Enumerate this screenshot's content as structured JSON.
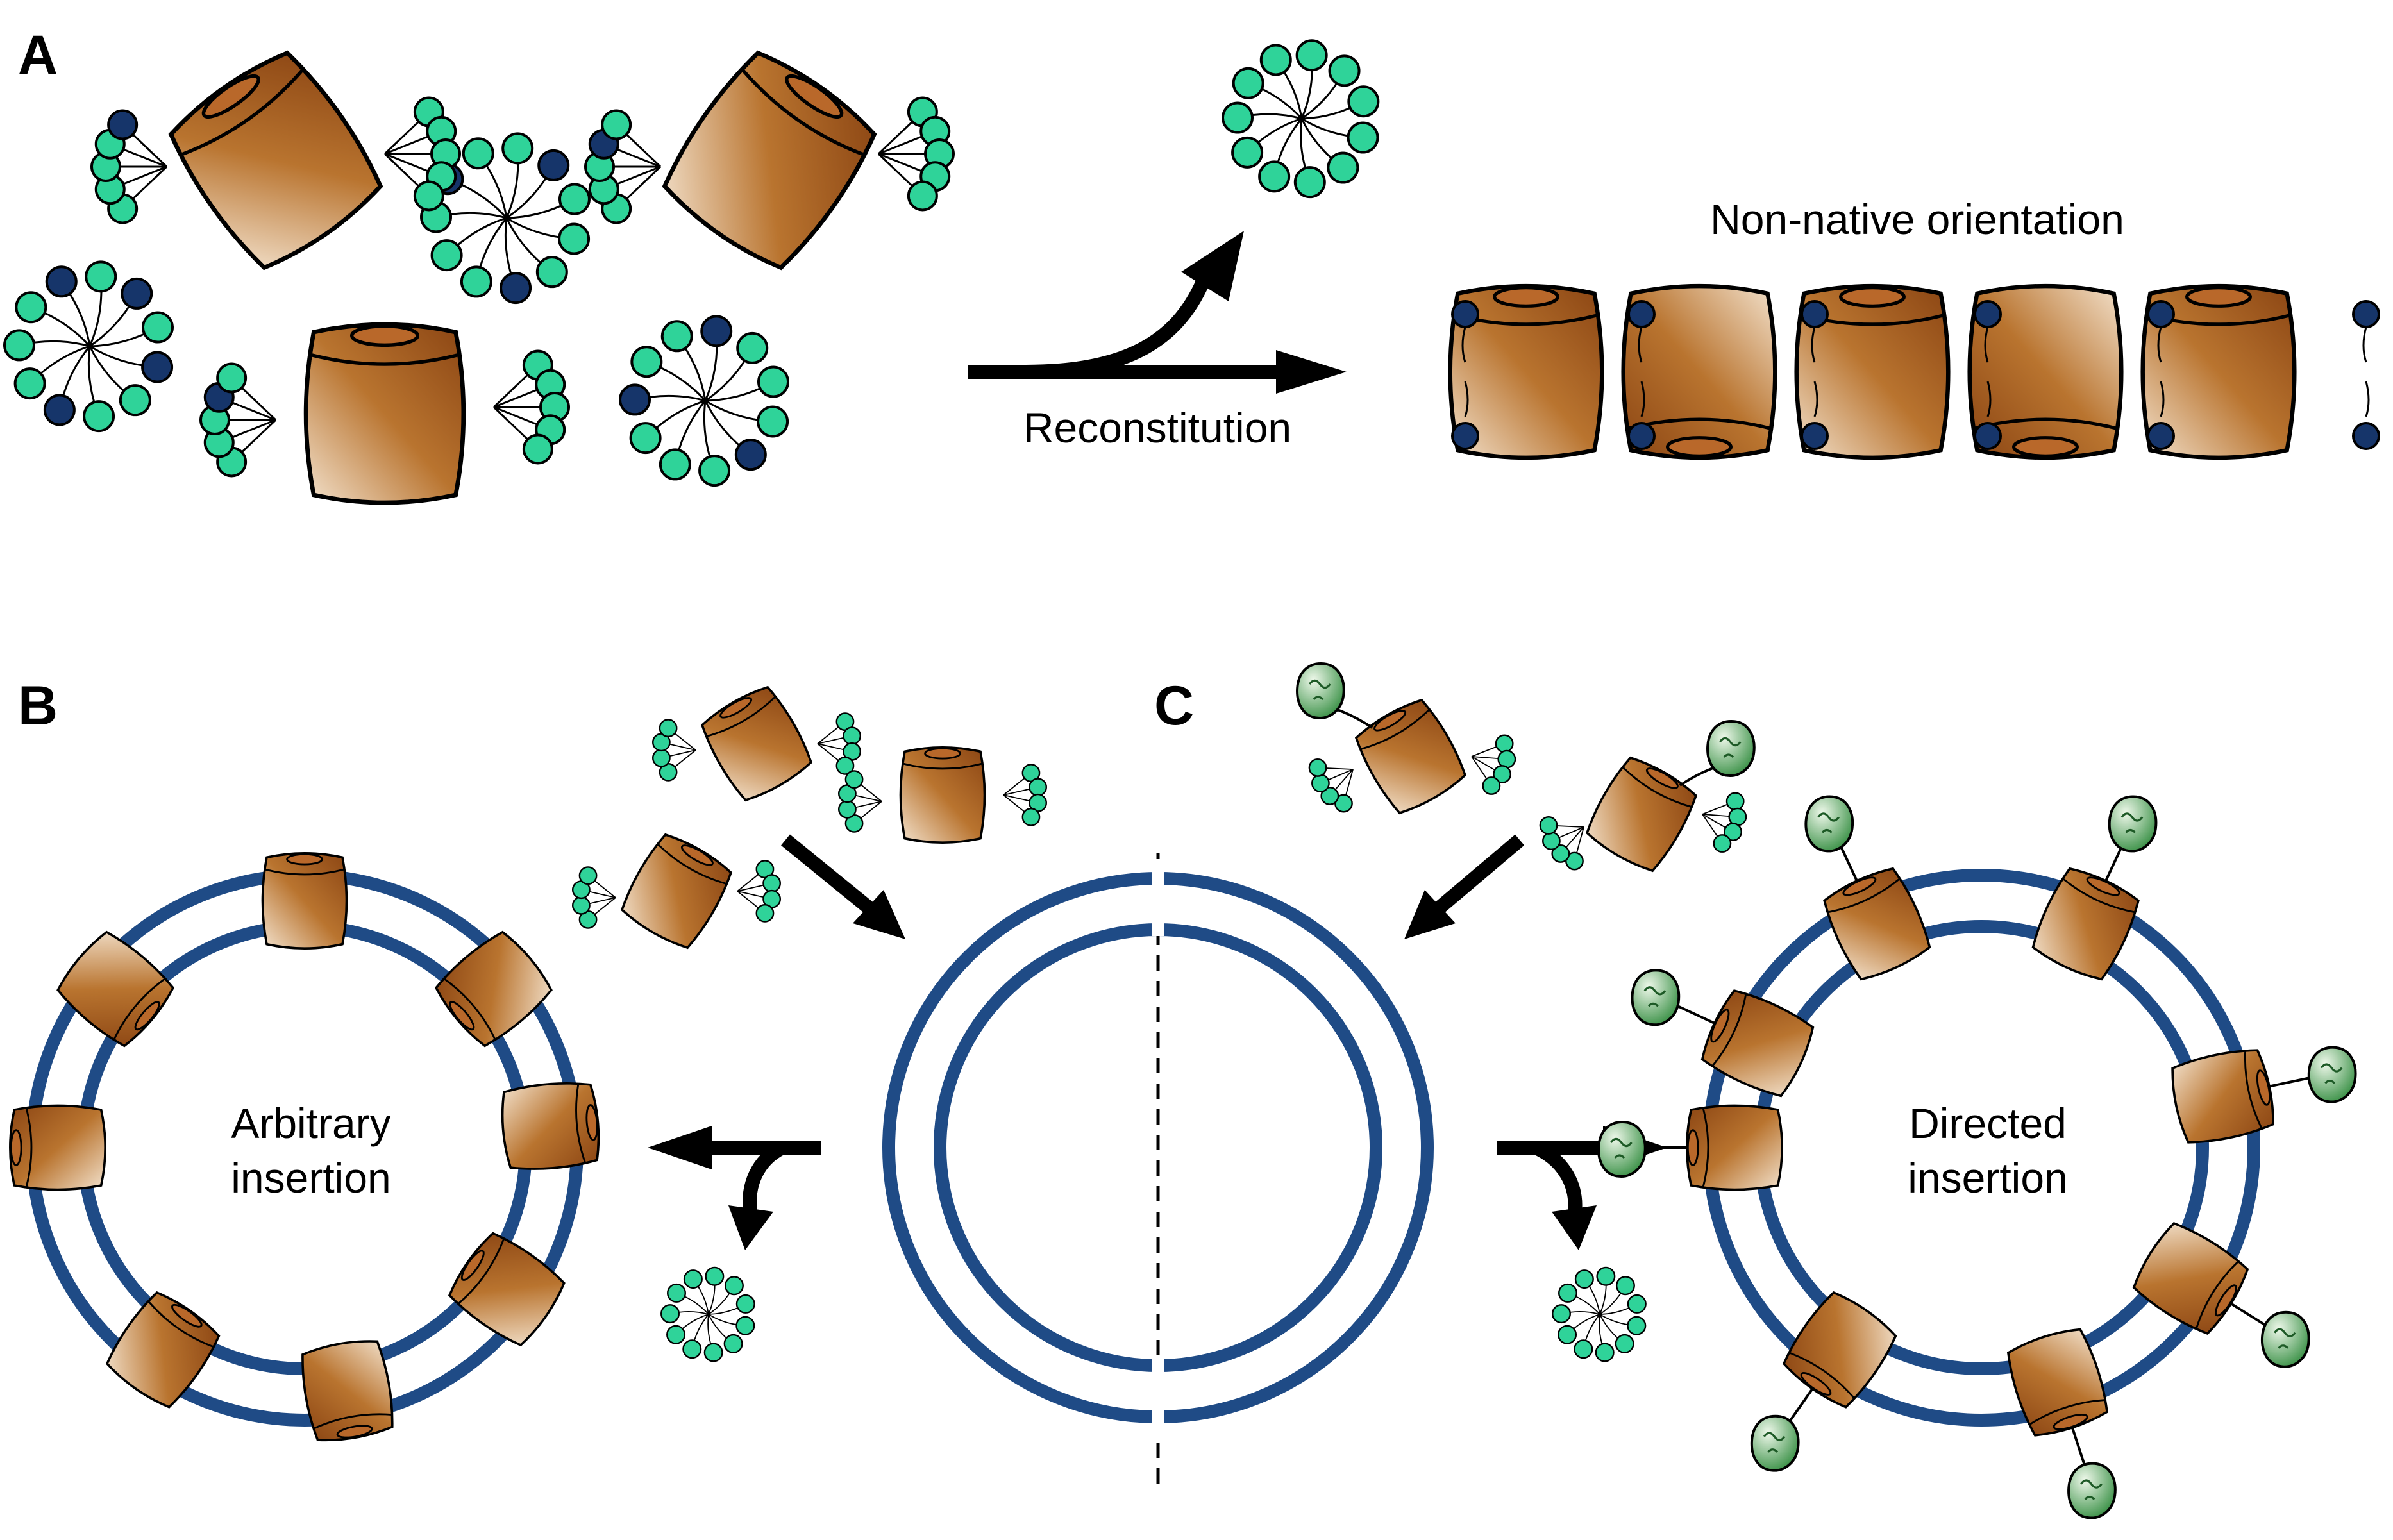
{
  "panels": {
    "a": {
      "label": "A",
      "step_label": "Reconstitution",
      "result_label": "Non-native orientation"
    },
    "b": {
      "label": "B",
      "label_line1": "Arbitrary",
      "label_line2": "insertion"
    },
    "c": {
      "label": "C",
      "label_line1": "Directed",
      "label_line2": "insertion"
    }
  },
  "colors": {
    "protein_dark": "#8b4513",
    "protein_light": "#f3e2cd",
    "lumen": "#b9682a",
    "lipid_head_green": "#2fd399",
    "lipid_head_navy": "#16356a",
    "membrane_blue": "#1f4b86",
    "tag_green": "#2f8a3c",
    "tag_light": "#dff0dc",
    "outline": "#000000"
  },
  "icons": {
    "protein": "transmembrane-protein-cylinder",
    "micelle": "detergent-micelle",
    "lipid": "phospholipid",
    "tag": "affinity-tag-protein",
    "arrow": "process-arrow"
  }
}
